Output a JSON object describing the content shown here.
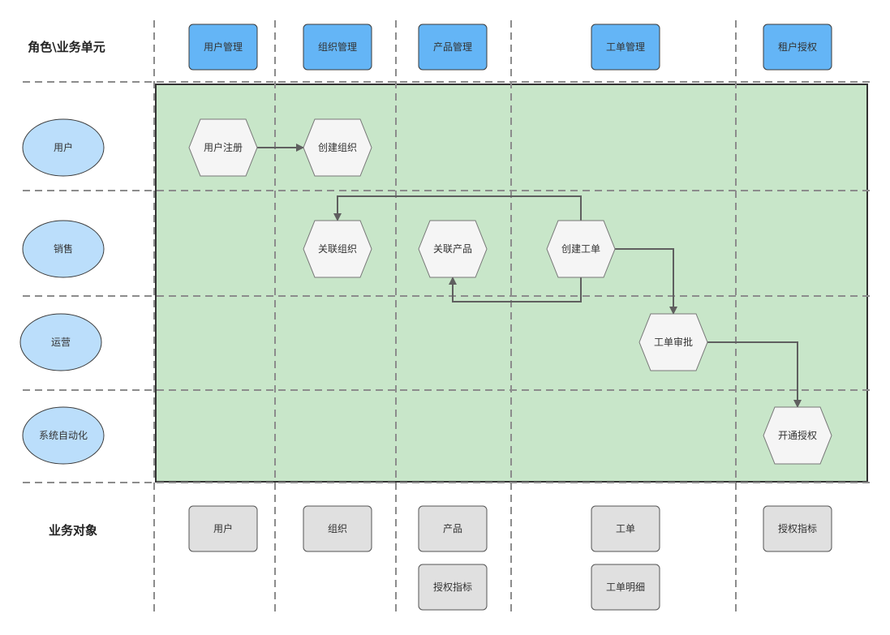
{
  "corner_label": "角色\\业务单元",
  "objects_row_label": "业务对象",
  "business_units": [
    {
      "id": "user_mgmt",
      "label": "用户管理"
    },
    {
      "id": "org_mgmt",
      "label": "组织管理"
    },
    {
      "id": "product_mgmt",
      "label": "产品管理"
    },
    {
      "id": "ticket_mgmt",
      "label": "工单管理"
    },
    {
      "id": "tenant_auth",
      "label": "租户授权"
    }
  ],
  "roles": [
    {
      "id": "user",
      "label": "用户"
    },
    {
      "id": "sales",
      "label": "销售"
    },
    {
      "id": "ops",
      "label": "运营"
    },
    {
      "id": "automation",
      "label": "系统自动化"
    }
  ],
  "steps": [
    {
      "id": "register",
      "label": "用户注册",
      "role": "user",
      "unit": "user_mgmt"
    },
    {
      "id": "create_org",
      "label": "创建组织",
      "role": "user",
      "unit": "org_mgmt"
    },
    {
      "id": "link_org",
      "label": "关联组织",
      "role": "sales",
      "unit": "org_mgmt"
    },
    {
      "id": "link_product",
      "label": "关联产品",
      "role": "sales",
      "unit": "product_mgmt"
    },
    {
      "id": "create_ticket",
      "label": "创建工单",
      "role": "sales",
      "unit": "ticket_mgmt"
    },
    {
      "id": "approve_ticket",
      "label": "工单审批",
      "role": "ops",
      "unit": "ticket_mgmt"
    },
    {
      "id": "grant_auth",
      "label": "开通授权",
      "role": "automation",
      "unit": "tenant_auth"
    }
  ],
  "flows": [
    {
      "from": "register",
      "to": "create_org"
    },
    {
      "from": "create_ticket",
      "to": "link_org"
    },
    {
      "from": "create_ticket",
      "to": "link_product"
    },
    {
      "from": "create_ticket",
      "to": "approve_ticket"
    },
    {
      "from": "approve_ticket",
      "to": "grant_auth"
    }
  ],
  "business_objects": [
    {
      "unit": "user_mgmt",
      "items": [
        "用户"
      ]
    },
    {
      "unit": "org_mgmt",
      "items": [
        "组织"
      ]
    },
    {
      "unit": "product_mgmt",
      "items": [
        "产品",
        "授权指标"
      ]
    },
    {
      "unit": "ticket_mgmt",
      "items": [
        "工单",
        "工单明细"
      ]
    },
    {
      "unit": "tenant_auth",
      "items": [
        "授权指标"
      ]
    }
  ],
  "colors": {
    "unit_fill": "#64b5f6",
    "role_fill": "#bbdefb",
    "swimlane_fill": "#c8e6c9",
    "step_fill": "#f5f5f5",
    "object_fill": "#e0e0e0"
  }
}
